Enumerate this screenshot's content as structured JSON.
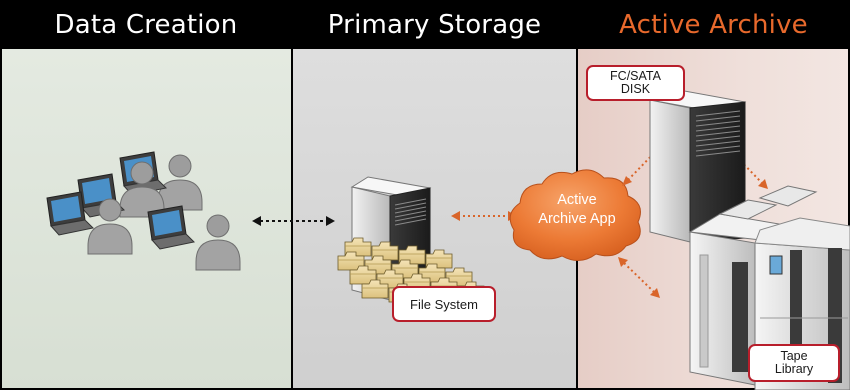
{
  "columns": [
    {
      "title": "Data Creation",
      "accent": false
    },
    {
      "title": "Primary Storage",
      "accent": false
    },
    {
      "title": "Active Archive",
      "accent": true
    }
  ],
  "colors": {
    "accent_text": "#e8692c",
    "label_border": "#b81e2b",
    "cloud": "#ec7a35",
    "arrow": "#d9652a",
    "creation_bg": "#dfe6dc",
    "storage_bg": "#d7d7d7",
    "archive_bg": "#ecd7d1"
  },
  "labels": {
    "disk": [
      "FC/SATA",
      "DISK"
    ],
    "file_system": "File System",
    "tape": [
      "Tape",
      "Library"
    ],
    "cloud": [
      "Active",
      "Archive App"
    ]
  },
  "icons": [
    "user-workstation-icon",
    "server-icon",
    "file-folder-icon",
    "cloud-icon",
    "disk-array-icon",
    "tape-library-icon",
    "bidirectional-arrow-icon"
  ]
}
